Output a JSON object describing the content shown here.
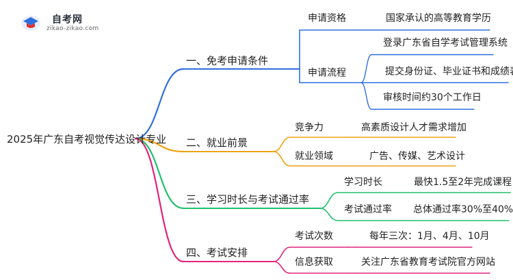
{
  "logo": {
    "title": "自考网",
    "url": "zikao-zikao.com"
  },
  "root": "2025年广东自考视觉传达设计专业",
  "branches": [
    {
      "label": "一、免考申请条件",
      "color": "#2f6fde",
      "children": [
        {
          "label": "申请资格",
          "leaves": [
            "国家承认的高等教育学历"
          ]
        },
        {
          "label": "申请流程",
          "leaves": [
            "登录广东省自学考试管理系统",
            "提交身份证、毕业证书和成绩表",
            "审核时间约30个工作日"
          ]
        }
      ]
    },
    {
      "label": "二、就业前景",
      "color": "#f0a010",
      "children": [
        {
          "label": "竞争力",
          "leaves": [
            "高素质设计人才需求增加"
          ]
        },
        {
          "label": "就业领域",
          "leaves": [
            "广告、传媒、艺术设计"
          ]
        }
      ]
    },
    {
      "label": "三、学习时长与考试通过率",
      "color": "#1fbf6a",
      "children": [
        {
          "label": "学习时长",
          "leaves": [
            "最快1.5至2年完成课程"
          ]
        },
        {
          "label": "考试通过率",
          "leaves": [
            "总体通过率30%至40%"
          ]
        }
      ]
    },
    {
      "label": "四、考试安排",
      "color": "#e0237a",
      "children": [
        {
          "label": "考试次数",
          "leaves": [
            "每年三次：1月、4月、10月"
          ]
        },
        {
          "label": "信息获取",
          "leaves": [
            "关注广东省教育考试院官方网站"
          ]
        }
      ]
    }
  ]
}
